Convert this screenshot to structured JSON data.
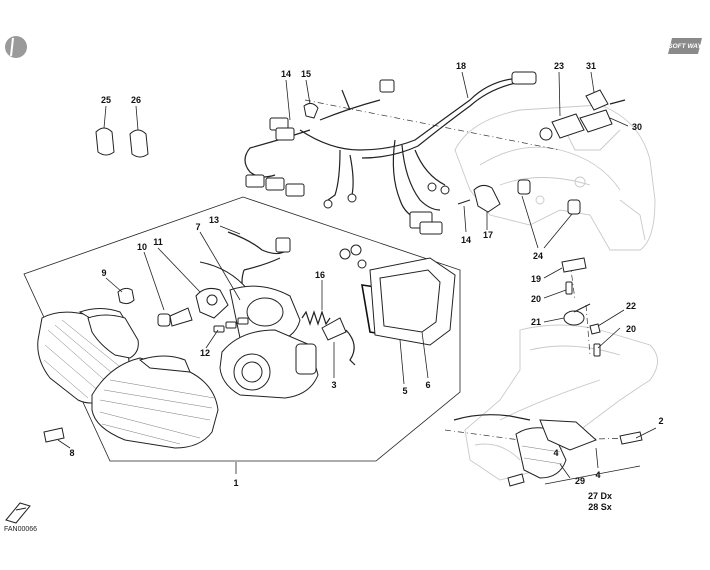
{
  "brand": {
    "logo_text": "SOFT WAY"
  },
  "figure_code": "FAN00066",
  "callouts": [
    {
      "id": "c1",
      "label": "1"
    },
    {
      "id": "c2",
      "label": "2"
    },
    {
      "id": "c3",
      "label": "3"
    },
    {
      "id": "c4a",
      "label": "4"
    },
    {
      "id": "c4b",
      "label": "4"
    },
    {
      "id": "c5",
      "label": "5"
    },
    {
      "id": "c6",
      "label": "6"
    },
    {
      "id": "c7",
      "label": "7"
    },
    {
      "id": "c8",
      "label": "8"
    },
    {
      "id": "c9",
      "label": "9"
    },
    {
      "id": "c10",
      "label": "10"
    },
    {
      "id": "c11",
      "label": "11"
    },
    {
      "id": "c12",
      "label": "12"
    },
    {
      "id": "c13",
      "label": "13"
    },
    {
      "id": "c14a",
      "label": "14"
    },
    {
      "id": "c14b",
      "label": "14"
    },
    {
      "id": "c15",
      "label": "15"
    },
    {
      "id": "c16",
      "label": "16"
    },
    {
      "id": "c17",
      "label": "17"
    },
    {
      "id": "c18",
      "label": "18"
    },
    {
      "id": "c19",
      "label": "19"
    },
    {
      "id": "c20a",
      "label": "20"
    },
    {
      "id": "c20b",
      "label": "20"
    },
    {
      "id": "c21",
      "label": "21"
    },
    {
      "id": "c22",
      "label": "22"
    },
    {
      "id": "c23",
      "label": "23"
    },
    {
      "id": "c24",
      "label": "24"
    },
    {
      "id": "c25",
      "label": "25"
    },
    {
      "id": "c26",
      "label": "26"
    },
    {
      "id": "c27",
      "label": "27 Dx"
    },
    {
      "id": "c28",
      "label": "28 Sx"
    },
    {
      "id": "c29",
      "label": "29"
    },
    {
      "id": "c30",
      "label": "30"
    },
    {
      "id": "c31",
      "label": "31"
    }
  ]
}
